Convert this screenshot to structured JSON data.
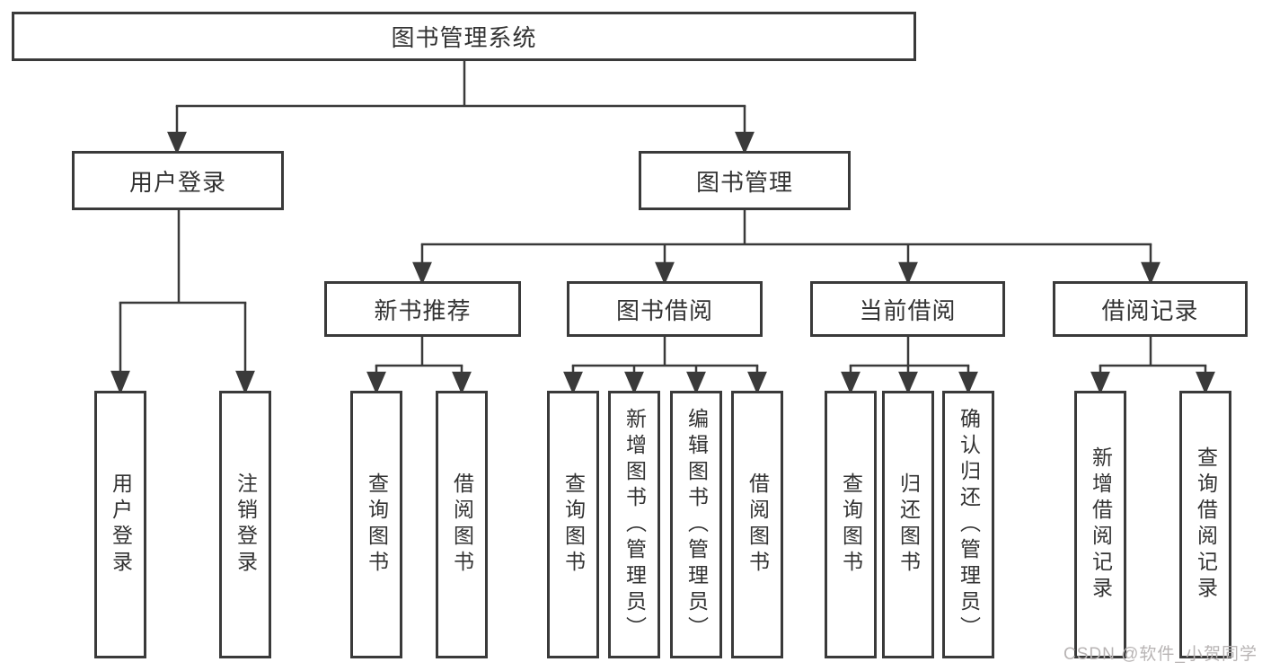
{
  "tree": {
    "root": {
      "label": "图书管理系统"
    },
    "user_login": {
      "label": "用户登录",
      "children": [
        {
          "label": "用户登录"
        },
        {
          "label": "注销登录"
        }
      ]
    },
    "book_management": {
      "label": "图书管理",
      "sections": [
        {
          "label": "新书推荐",
          "children": [
            {
              "label": "查询图书"
            },
            {
              "label": "借阅图书"
            }
          ]
        },
        {
          "label": "图书借阅",
          "children": [
            {
              "label": "查询图书"
            },
            {
              "label": "新增图书（管理员）"
            },
            {
              "label": "编辑图书（管理员）"
            },
            {
              "label": "借阅图书"
            }
          ]
        },
        {
          "label": "当前借阅",
          "children": [
            {
              "label": "查询图书"
            },
            {
              "label": "归还图书"
            },
            {
              "label": "确认归还（管理员）"
            }
          ]
        },
        {
          "label": "借阅记录",
          "children": [
            {
              "label": "新增借阅记录"
            },
            {
              "label": "查询借阅记录"
            }
          ]
        }
      ]
    }
  },
  "watermark": {
    "text": "CSDN @软件_小贺同学"
  },
  "colors": {
    "line": "#3a3a3a",
    "box_border": "#3a3a3a",
    "text": "#333333",
    "watermark": "#b8b4b4",
    "background": "#ffffff"
  }
}
